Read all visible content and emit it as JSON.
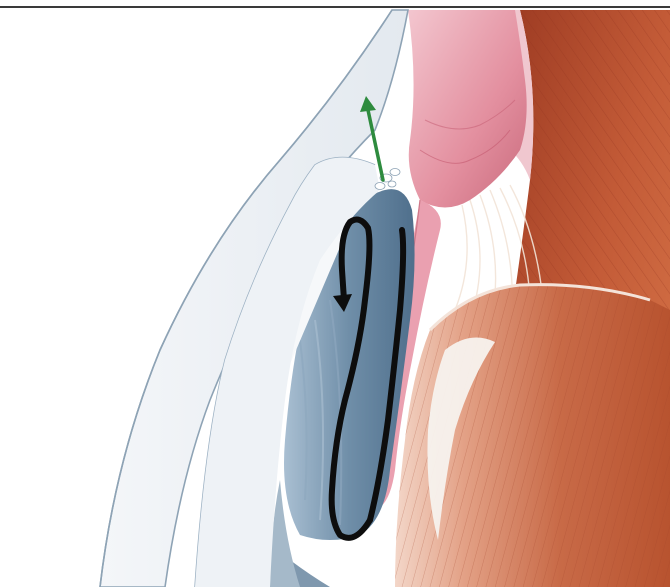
{
  "figure": {
    "subject": "eye-anterior-chamber-angle",
    "arrows": {
      "outflow": {
        "color": "#2e8b3e",
        "icon": "up-arrow"
      },
      "aqueous_path": {
        "color": "#0d0d0d",
        "icon": "curved-flow-arrow"
      }
    },
    "colors": {
      "cornea": "#e9eef4",
      "cornea_edge": "#8ea3b5",
      "iris": "#6f8ea8",
      "ciliary_body": "#e8a2ae",
      "lens": "#c75a3a",
      "lens_highlight": "#f5ede8",
      "muscle": "#b4492c"
    }
  }
}
